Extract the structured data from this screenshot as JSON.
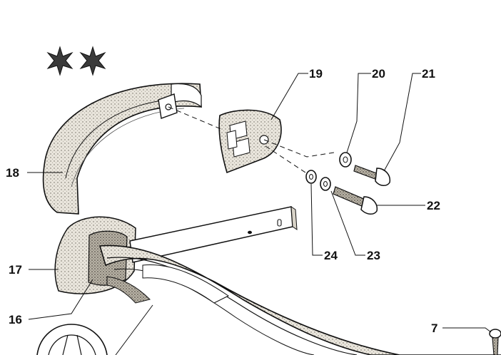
{
  "diagram": {
    "labels": {
      "n7": "7",
      "n16": "16",
      "n17": "17",
      "n18": "18",
      "n19": "19",
      "n20": "20",
      "n21": "21",
      "n22": "22",
      "n23": "23",
      "n24": "24"
    },
    "colors": {
      "ink": "#111111",
      "shade": "#cfcac0",
      "paper": "#ffffff"
    },
    "icons": [
      "star-icon",
      "star-icon"
    ]
  }
}
